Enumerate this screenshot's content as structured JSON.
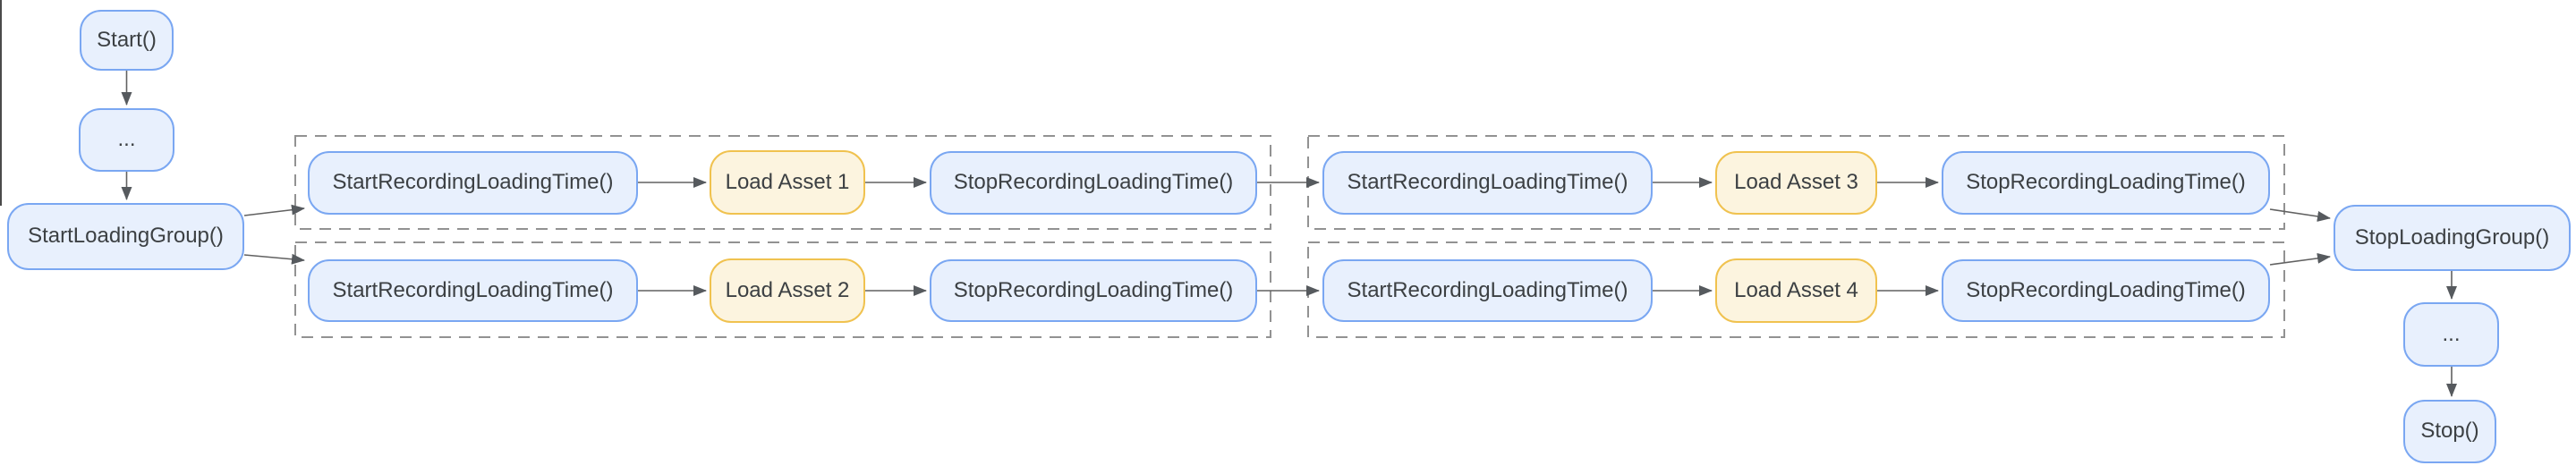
{
  "diagram": {
    "title_hint": "asset loading time instrumentation flow",
    "colors": {
      "call_node_fill": "#E8F0FD",
      "call_node_border": "#7AA7F2",
      "asset_node_fill": "#FCF4DF",
      "asset_node_border": "#F0C24F",
      "text": "#3C4043",
      "arrow": "#616161",
      "group_boundary": "#929292",
      "background": "#FFFFFF"
    },
    "entry_chain": [
      {
        "id": "start",
        "label": "Start()"
      },
      {
        "id": "ellipsis-before",
        "label": "..."
      },
      {
        "id": "start-loading-group",
        "label": "StartLoadingGroup()"
      }
    ],
    "loading_groups": [
      {
        "id": "loading-group-1",
        "rows": [
          {
            "steps": [
              {
                "type": "call",
                "label": "StartRecordingLoadingTime()"
              },
              {
                "type": "asset",
                "label": "Load Asset 1"
              },
              {
                "type": "call",
                "label": "StopRecordingLoadingTime()"
              }
            ]
          },
          {
            "steps": [
              {
                "type": "call",
                "label": "StartRecordingLoadingTime()"
              },
              {
                "type": "asset",
                "label": "Load Asset 2"
              },
              {
                "type": "call",
                "label": "StopRecordingLoadingTime()"
              }
            ]
          }
        ]
      },
      {
        "id": "loading-group-2",
        "rows": [
          {
            "steps": [
              {
                "type": "call",
                "label": "StartRecordingLoadingTime()"
              },
              {
                "type": "asset",
                "label": "Load Asset 3"
              },
              {
                "type": "call",
                "label": "StopRecordingLoadingTime()"
              }
            ]
          },
          {
            "steps": [
              {
                "type": "call",
                "label": "StartRecordingLoadingTime()"
              },
              {
                "type": "asset",
                "label": "Load Asset 4"
              },
              {
                "type": "call",
                "label": "StopRecordingLoadingTime()"
              }
            ]
          }
        ]
      }
    ],
    "exit_chain": [
      {
        "id": "stop-loading-group",
        "label": "StopLoadingGroup()"
      },
      {
        "id": "ellipsis-after",
        "label": "..."
      },
      {
        "id": "stop",
        "label": "Stop()"
      }
    ]
  }
}
